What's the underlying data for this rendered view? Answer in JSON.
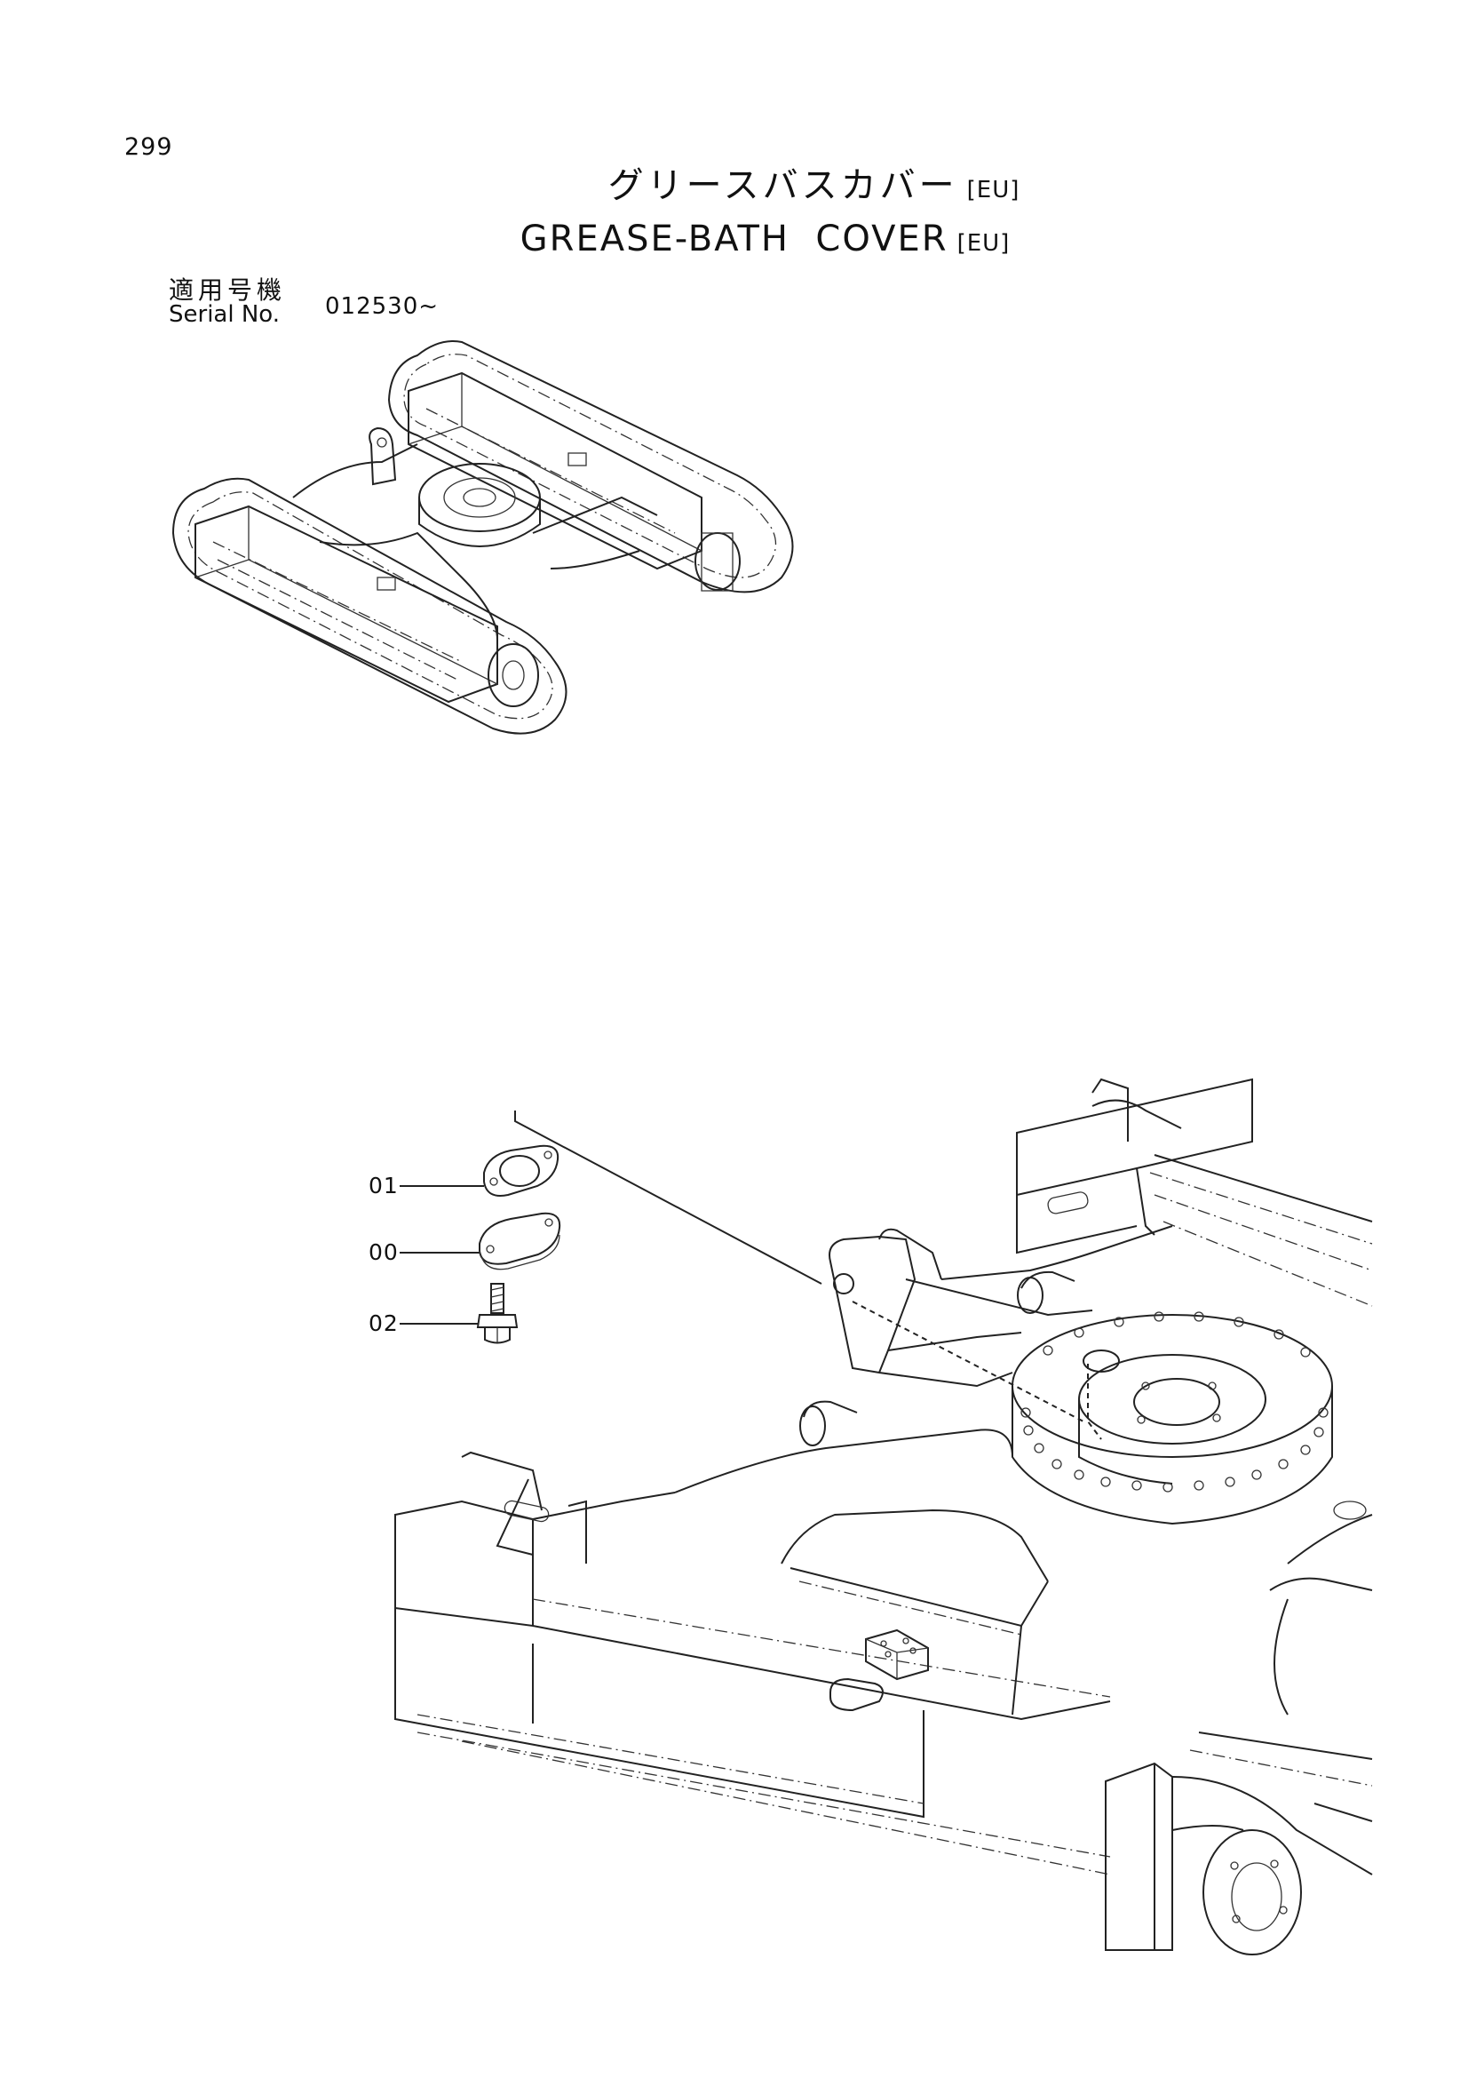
{
  "page_number": "299",
  "title": {
    "japanese": "グリースバスカバー",
    "english": "GREASE-BATH  COVER",
    "region_tag": "[EU]"
  },
  "serial": {
    "label_japanese": "適用号機",
    "label_english": "Serial No.",
    "value": "012530~"
  },
  "parts": [
    {
      "callout": "01",
      "part": "gasket"
    },
    {
      "callout": "00",
      "part": "cover-plate"
    },
    {
      "callout": "02",
      "part": "bolt"
    }
  ]
}
